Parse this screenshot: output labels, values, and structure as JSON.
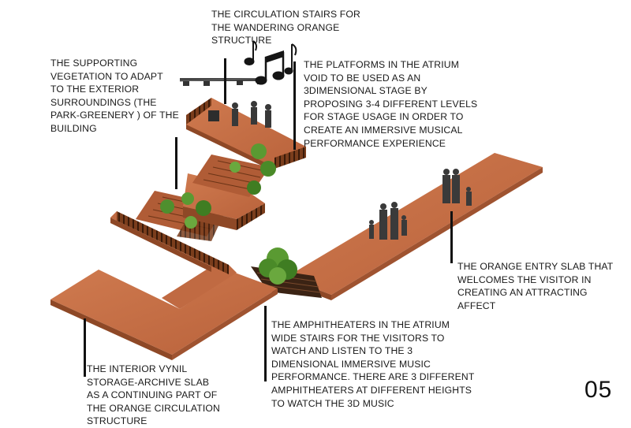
{
  "annotations": {
    "stairs": "THE CIRCULATION STAIRS FOR\nTHE WANDERING ORANGE\nSTRUCTURE",
    "vegetation": "THE SUPPORTING\nVEGETATION TO ADAPT\nTO THE EXTERIOR\nSURROUNDINGS (THE\nPARK-GREENERY ) OF THE\nBUILDING",
    "platforms": "THE PLATFORMS IN THE ATRIUM\nVOID TO BE USED AS AN\n3DIMENSIONAL STAGE BY\nPROPOSING 3-4 DIFFERENT LEVELS\nFOR STAGE USAGE IN ORDER TO\nCREATE AN IMMERSIVE MUSICAL\nPERFORMANCE EXPERIENCE",
    "entry": "THE ORANGE ENTRY SLAB THAT\nWELCOMES THE VISITOR IN\nCREATING AN ATTRACTING\nAFFECT",
    "amphitheaters": "THE AMPHITHEATERS IN THE ATRIUM\nWIDE STAIRS FOR THE VISITORS TO\nWATCH AND LISTEN TO THE 3\nDIMENSIONAL IMMERSIVE MUSIC\nPERFORMANCE. THERE ARE 3 DIFFERENT\nAMPHITHEATERS AT DIFFERENT HEIGHTS\nTO WATCH THE 3D MUSIC",
    "vinyl": "THE INTERIOR VYNIL\nSTORAGE-ARCHIVE SLAB\nAS A CONTINUING PART OF\nTHE ORANGE CIRCULATION\nSTRUCTURE"
  },
  "page_number": "05",
  "colors": {
    "slab_top": "#c46d44",
    "slab_side": "#8e4826",
    "railing": "#6b3416",
    "foliage": "#4f8f2e",
    "silhouette": "#333333",
    "text": "#1a1a1a"
  }
}
